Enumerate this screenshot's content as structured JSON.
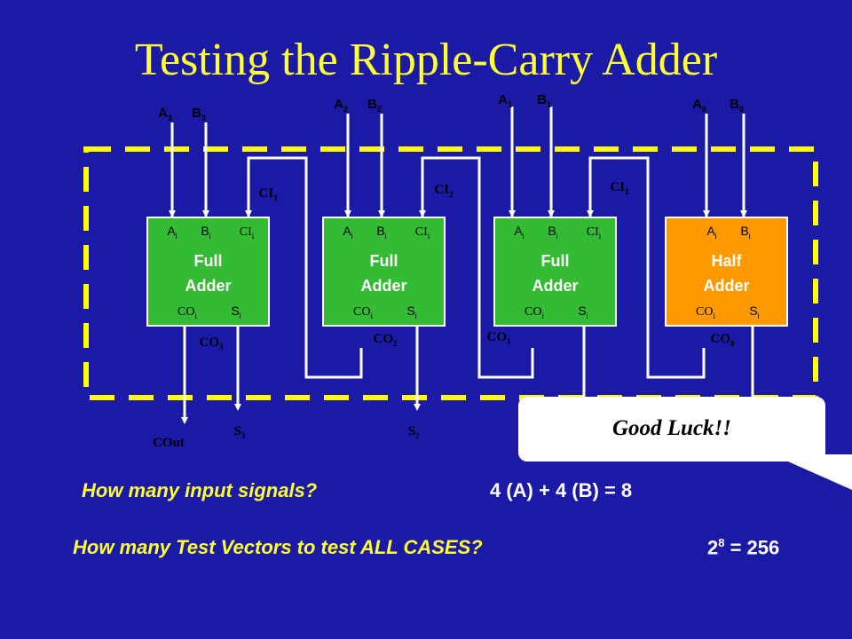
{
  "title": "Testing the Ripple-Carry Adder",
  "colors": {
    "background": "#1a1aa6",
    "title": "#ffff33",
    "full_adder": "#33bb33",
    "half_adder": "#ff9900",
    "dash_border": "#ffff00",
    "wire": "#ffffff"
  },
  "inputs": [
    {
      "name": "A",
      "sub": "3"
    },
    {
      "name": "B",
      "sub": "3"
    },
    {
      "name": "A",
      "sub": "2"
    },
    {
      "name": "B",
      "sub": "2"
    },
    {
      "name": "A",
      "sub": "1"
    },
    {
      "name": "B",
      "sub": "1"
    },
    {
      "name": "A",
      "sub": "0"
    },
    {
      "name": "B",
      "sub": "0"
    }
  ],
  "blocks": [
    {
      "kind": "full",
      "line1": "Full",
      "line2": "Adder",
      "ports_top": [
        [
          "A",
          "i"
        ],
        [
          "B",
          "i"
        ],
        [
          "CI",
          "i"
        ]
      ],
      "ports_bottom": [
        [
          "CO",
          "i"
        ],
        [
          "S",
          "i"
        ]
      ]
    },
    {
      "kind": "full",
      "line1": "Full",
      "line2": "Adder",
      "ports_top": [
        [
          "A",
          "i"
        ],
        [
          "B",
          "i"
        ],
        [
          "CI",
          "i"
        ]
      ],
      "ports_bottom": [
        [
          "CO",
          "i"
        ],
        [
          "S",
          "i"
        ]
      ]
    },
    {
      "kind": "full",
      "line1": "Full",
      "line2": "Adder",
      "ports_top": [
        [
          "A",
          "i"
        ],
        [
          "B",
          "i"
        ],
        [
          "CI",
          "i"
        ]
      ],
      "ports_bottom": [
        [
          "CO",
          "i"
        ],
        [
          "S",
          "i"
        ]
      ]
    },
    {
      "kind": "half",
      "line1": "Half",
      "line2": "Adder",
      "ports_top": [
        [
          "A",
          "i"
        ],
        [
          "B",
          "i"
        ]
      ],
      "ports_bottom": [
        [
          "CO",
          "i"
        ],
        [
          "S",
          "i"
        ]
      ]
    }
  ],
  "carry_in_labels": [
    [
      "CI",
      "3"
    ],
    [
      "CI",
      "2"
    ],
    [
      "CI",
      "1"
    ]
  ],
  "carry_out_labels": [
    [
      "CO",
      "3"
    ],
    [
      "CO",
      "2"
    ],
    [
      "CO",
      "1"
    ],
    [
      "CO",
      "0"
    ]
  ],
  "outputs": [
    [
      "COut",
      ""
    ],
    [
      "S",
      "3"
    ],
    [
      "S",
      "2"
    ]
  ],
  "callout": "Good Luck!!",
  "question1": "How many input signals?",
  "answer1": "4 (A) + 4 (B) = 8",
  "question2": "How many Test Vectors to test ALL CASES?",
  "answer2_base": "2",
  "answer2_exp": "8",
  "answer2_rest": " = 256"
}
